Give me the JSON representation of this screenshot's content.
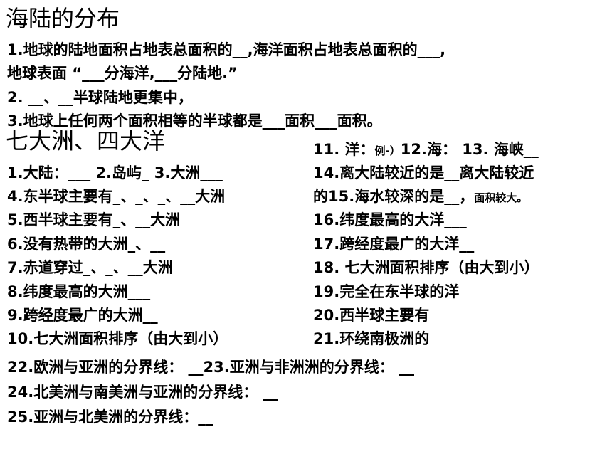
{
  "section1": {
    "title": "海陆的分布",
    "lines": [
      "1.地球的陆地面积占地表总面积的__,海洋面积占地表总面积的___,",
      "地球表面 “___分海洋,___分陆地.”",
      "2. __、__半球陆地更集中，",
      "3.地球上任何两个面积相等的半球都是___面积___面积。"
    ]
  },
  "section2": {
    "title": "七大洲、四大洋",
    "left": [
      "1.大陆：___  2.岛屿_ 3.大洲___",
      "4.东半球主要有_、_、_、__大洲",
      "5.西半球主要有_、__大洲",
      "6.没有热带的大洲_、__",
      "7.赤道穿过_、_、__大洲",
      "8.纬度最高的大洲___",
      "9.跨经度最广的大洲__",
      "10.七大洲面积排序（由大到小）"
    ],
    "right": {
      "r11_main": "11. 洋：",
      "r11_small": "例-）",
      "r11_rest": "12.海：  13. 海峡__",
      "r14": "14.离大陆较近的是__离大陆较近",
      "r15_main": "的15.海水较深的是__，",
      "r15_small": "面积较大。",
      "r16": "16.纬度最高的大洋___",
      "r17": "17.跨经度最广的大洋__",
      "r18": "18. 七大洲面积排序（由大到小）",
      "r19": "19.完全在东半球的洋",
      "r20": "20.西半球主要有",
      "r21": "21.环绕南极洲的"
    },
    "bottom": [
      "22.欧洲与亚洲的分界线：  __23.亚洲与非洲洲的分界线：  __",
      "24.北美洲与南美洲与亚洲的分界线：  __",
      "25.亚洲与北美洲的分界线：__"
    ]
  }
}
